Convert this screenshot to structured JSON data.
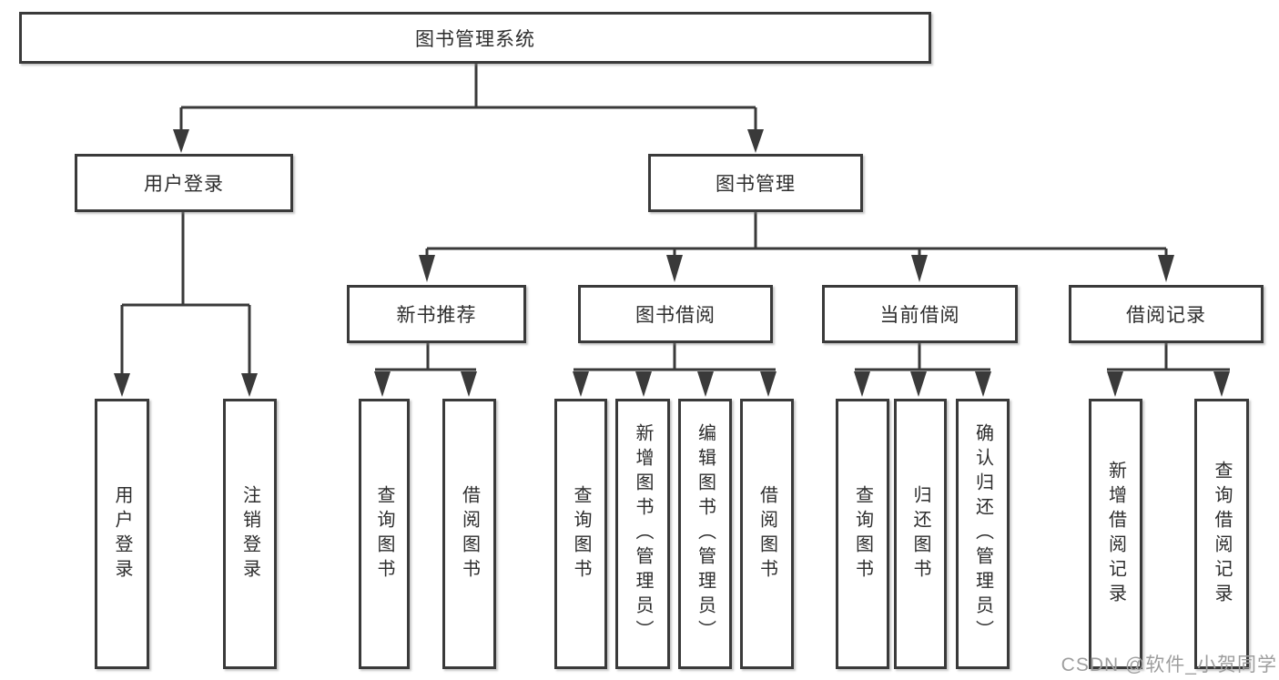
{
  "watermark": {
    "text": "CSDN @软件_小贺同学"
  },
  "colors": {
    "line": "#3a3a3a",
    "box_border": "#3a3a3a",
    "text": "#2d2d2d",
    "watermark": "#9e9e9e",
    "background": "#ffffff"
  },
  "tree": {
    "label": "图书管理系统",
    "children": [
      {
        "label": "用户登录",
        "children": [
          {
            "label": "用户登录"
          },
          {
            "label": "注销登录"
          }
        ]
      },
      {
        "label": "图书管理",
        "children": [
          {
            "label": "新书推荐",
            "children": [
              {
                "label": "查询图书"
              },
              {
                "label": "借阅图书"
              }
            ]
          },
          {
            "label": "图书借阅",
            "children": [
              {
                "label": "查询图书"
              },
              {
                "label": "新增图书（管理员）"
              },
              {
                "label": "编辑图书（管理员）"
              },
              {
                "label": "借阅图书"
              }
            ]
          },
          {
            "label": "当前借阅",
            "children": [
              {
                "label": "查询图书"
              },
              {
                "label": "归还图书"
              },
              {
                "label": "确认归还（管理员）"
              }
            ]
          },
          {
            "label": "借阅记录",
            "children": [
              {
                "label": "新增借阅记录"
              },
              {
                "label": "查询借阅记录"
              }
            ]
          }
        ]
      }
    ]
  }
}
